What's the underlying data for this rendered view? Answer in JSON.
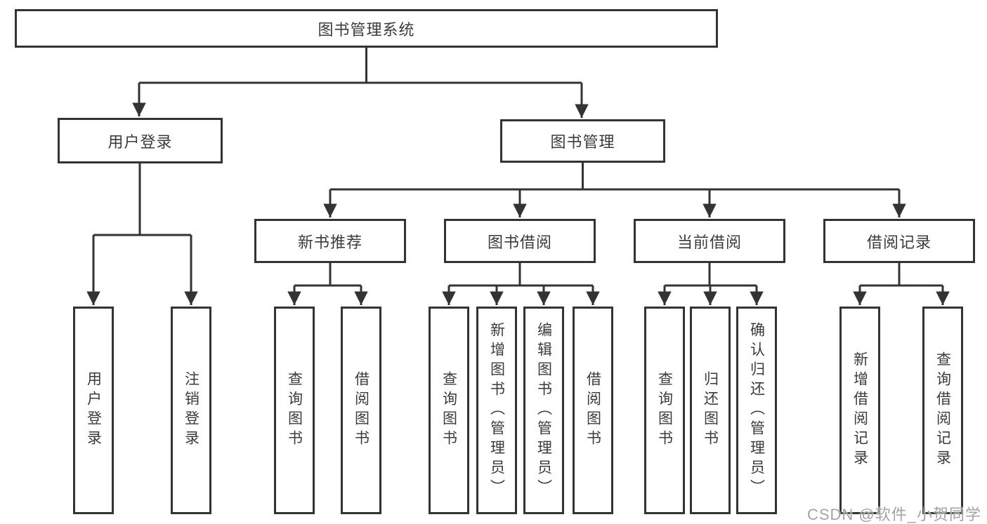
{
  "diagram": {
    "type": "hierarchy-tree",
    "root": "图书管理系统",
    "branches": [
      {
        "label": "用户登录",
        "children": [
          "用户登录",
          "注销登录"
        ]
      },
      {
        "label": "图书管理",
        "children": [
          {
            "label": "新书推荐",
            "children": [
              "查询图书",
              "借阅图书"
            ]
          },
          {
            "label": "图书借阅",
            "children": [
              "查询图书",
              "新增图书（管理员）",
              "编辑图书（管理员）",
              "借阅图书"
            ]
          },
          {
            "label": "当前借阅",
            "children": [
              "查询图书",
              "归还图书",
              "确认归还（管理员）"
            ]
          },
          {
            "label": "借阅记录",
            "children": [
              "新增借阅记录",
              "查询借阅记录"
            ]
          }
        ]
      }
    ]
  },
  "watermark": {
    "text": "CSDN @软件_小贺同学"
  },
  "colors": {
    "background": "#ffffff",
    "line": "#333333",
    "box_border": "#333333",
    "box_fill": "#ffffff",
    "text": "#3b3b3b",
    "watermark": "#a3a3a3"
  }
}
